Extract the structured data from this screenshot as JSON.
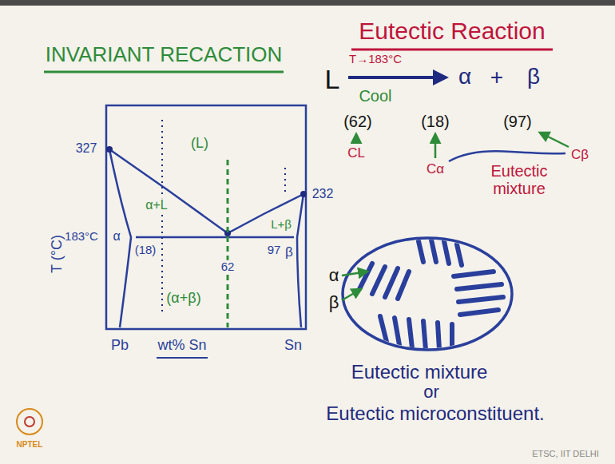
{
  "diagram": {
    "title": "Eutectic Reaction",
    "labels": [
      "INVARIANT RECACTION",
      "T→183°C",
      "L",
      "Cool",
      "α",
      "+",
      "β",
      "(62)",
      "(18)",
      "(97)",
      "CL",
      "Cα",
      "Eutectic mixture",
      "Cβ",
      "327",
      "183°C",
      "α",
      "(18)",
      "62",
      "97",
      "β",
      "232",
      "(L)",
      "α+L",
      "L+β",
      "(α+β)",
      "T (°C)",
      "Pb",
      "wt% Sn",
      "Sn",
      "α",
      "β",
      "Eutectic mixture",
      "or",
      "Eutectic microconstituent.",
      "NPTEL",
      "ETSC, IIT DELHI"
    ]
  }
}
